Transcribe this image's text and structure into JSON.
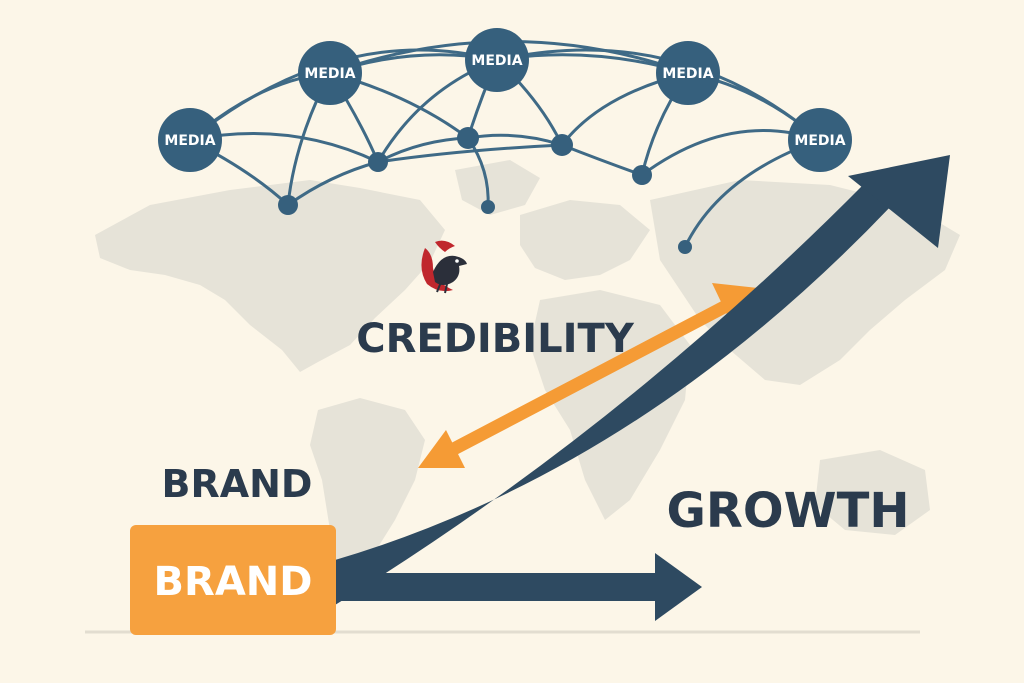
{
  "network": {
    "nodes": [
      {
        "id": "n1",
        "label": "MEDIA"
      },
      {
        "id": "n2",
        "label": "MEDIA"
      },
      {
        "id": "n3",
        "label": "MEDIA"
      },
      {
        "id": "n4",
        "label": "MEDIA"
      },
      {
        "id": "n5",
        "label": "MEDIA"
      }
    ]
  },
  "labels": {
    "credibility": "CREDIBILITY",
    "brand_text": "BRAND",
    "brand_box": "BRAND",
    "growth": "GROWTH"
  },
  "colors": {
    "background": "#fcf6e8",
    "map": "#e6e3d8",
    "network": "#3f6a86",
    "node": "#36607d",
    "arrow_dark": "#2e4a61",
    "arrow_orange": "#f59b35",
    "brand_box": "#f6a13f",
    "text_dark": "#2b3b4d",
    "logo_red": "#b5272d"
  },
  "icons": {
    "logo": "bird-logo-icon"
  }
}
